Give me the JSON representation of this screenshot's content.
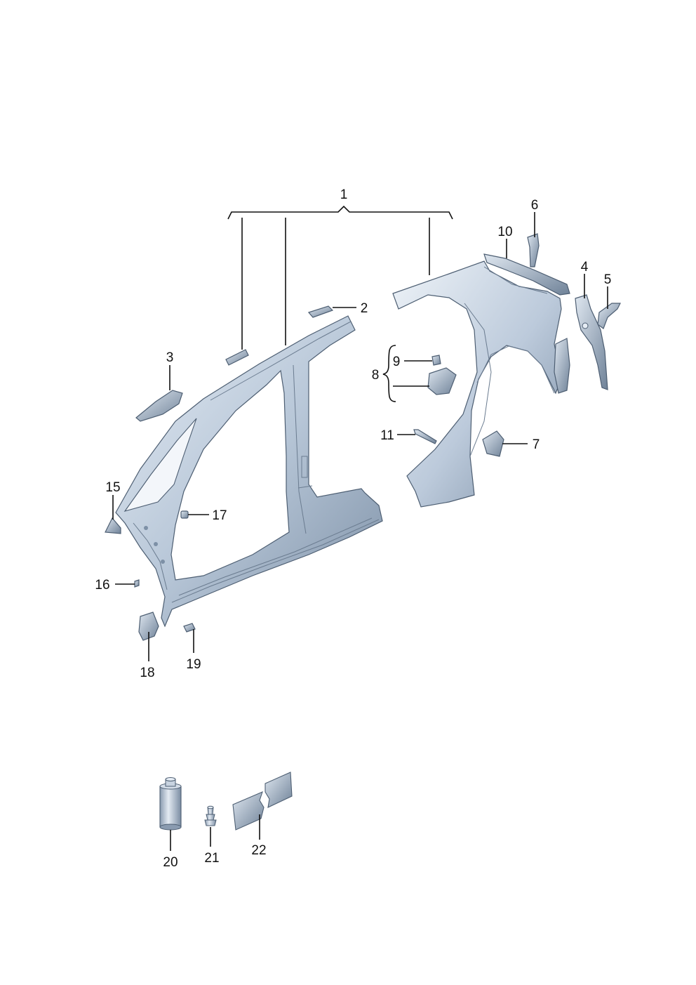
{
  "colors": {
    "panel_light": "#dde6f0",
    "panel_mid": "#a9b9cc",
    "panel_dark": "#6f8298",
    "outline": "#4d5e72",
    "callout": "#111111"
  },
  "callouts": [
    {
      "id": "1",
      "label": "1"
    },
    {
      "id": "2",
      "label": "2"
    },
    {
      "id": "3",
      "label": "3"
    },
    {
      "id": "4",
      "label": "4"
    },
    {
      "id": "5",
      "label": "5"
    },
    {
      "id": "6",
      "label": "6"
    },
    {
      "id": "7",
      "label": "7"
    },
    {
      "id": "8",
      "label": "8"
    },
    {
      "id": "9",
      "label": "9"
    },
    {
      "id": "10",
      "label": "10"
    },
    {
      "id": "11",
      "label": "11"
    },
    {
      "id": "15",
      "label": "15"
    },
    {
      "id": "16",
      "label": "16"
    },
    {
      "id": "17",
      "label": "17"
    },
    {
      "id": "18",
      "label": "18"
    },
    {
      "id": "19",
      "label": "19"
    },
    {
      "id": "20",
      "label": "20"
    },
    {
      "id": "21",
      "label": "21"
    },
    {
      "id": "22",
      "label": "22"
    }
  ]
}
